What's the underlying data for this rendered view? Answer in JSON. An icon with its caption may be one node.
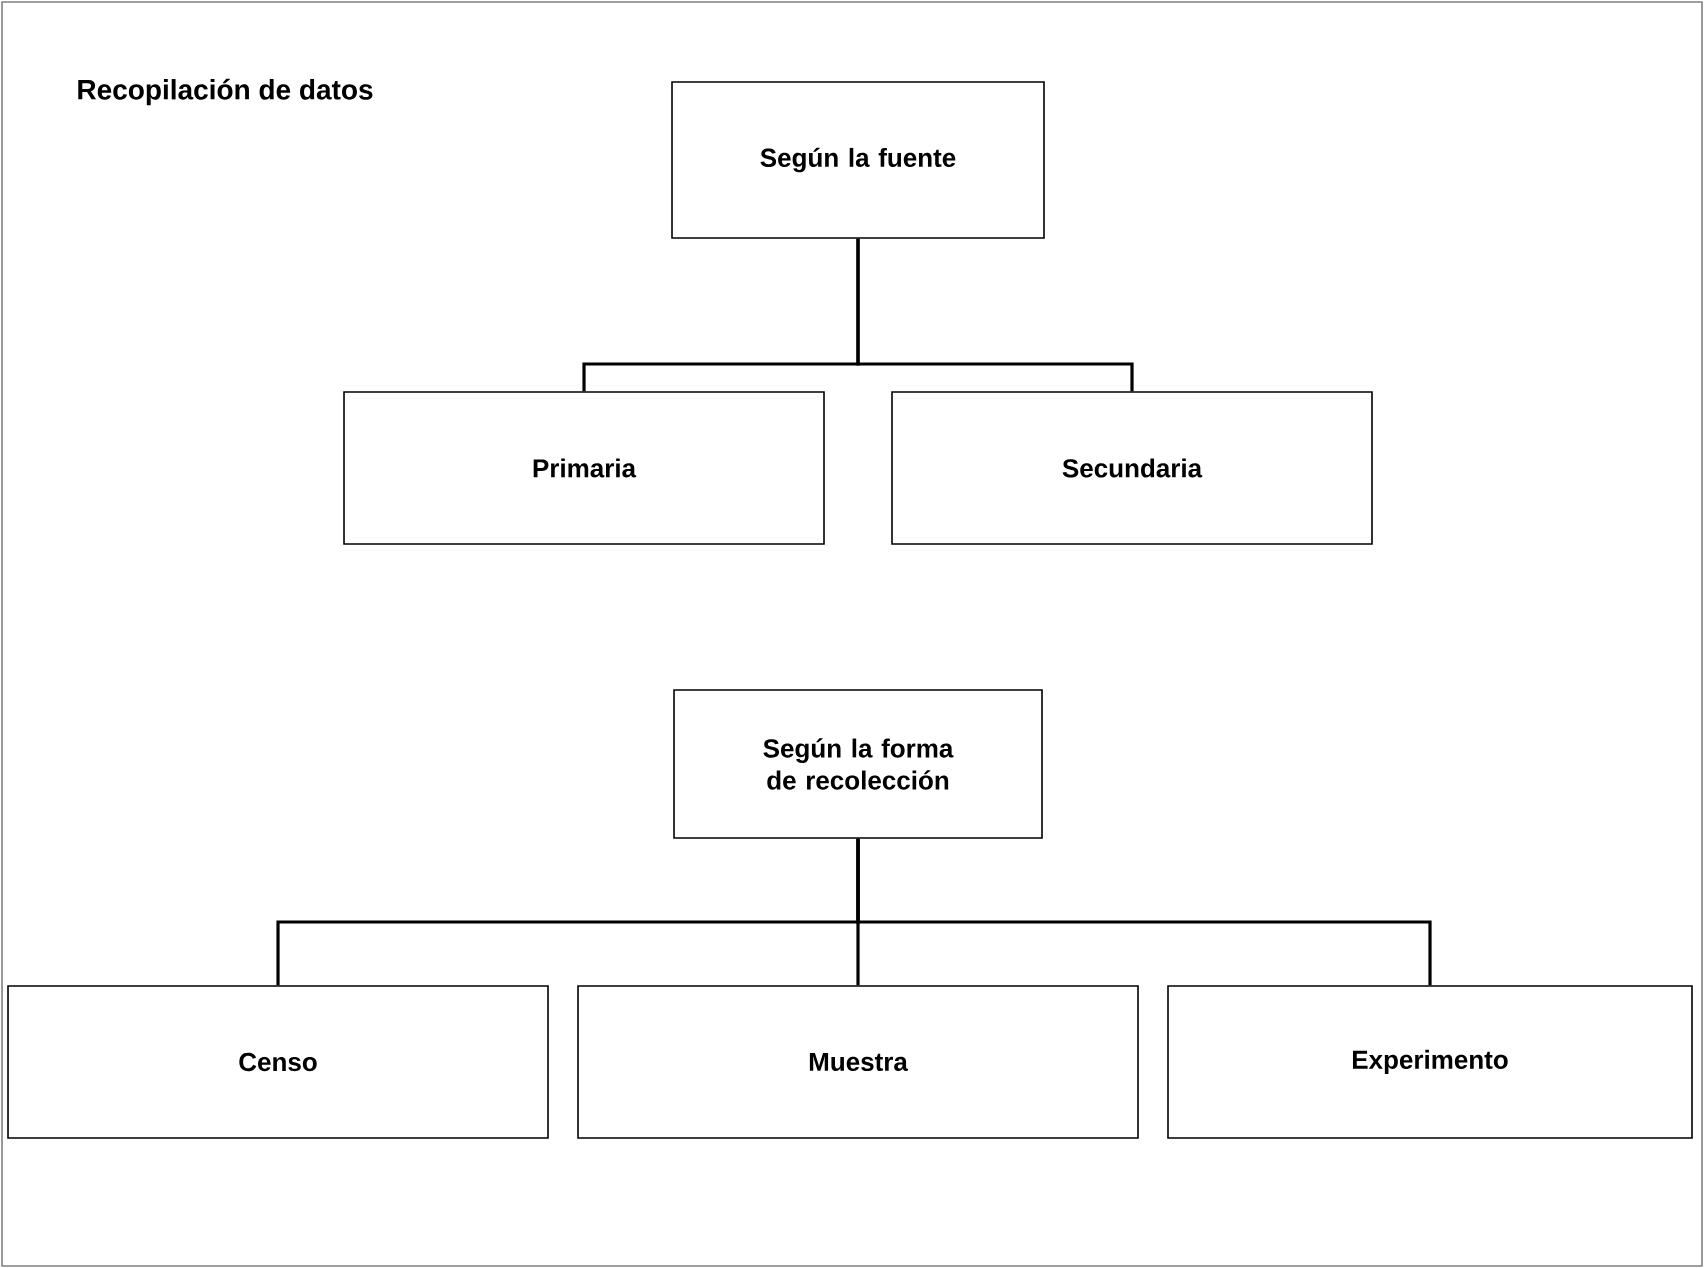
{
  "diagram": {
    "title": "Recopilación de datos",
    "nodes": [
      {
        "text": [
          "Según la fuente"
        ]
      },
      {
        "text": [
          "Primaria"
        ]
      },
      {
        "text": [
          "Secundaria"
        ]
      },
      {
        "text": [
          "Según la forma de recolección"
        ]
      },
      {
        "text": [
          "Censo"
        ]
      },
      {
        "text": [
          "Muestra"
        ]
      },
      {
        "text": [
          "Experimento"
        ]
      }
    ],
    "edges": [
      {
        "from": 0,
        "to": 1,
        "arrow": "none"
      },
      {
        "from": 0,
        "to": 2,
        "arrow": "none"
      },
      {
        "from": 3,
        "to": 4,
        "arrow": "none"
      },
      {
        "from": 3,
        "to": 5,
        "arrow": "none"
      },
      {
        "from": 3,
        "to": 6,
        "arrow": "none"
      }
    ]
  }
}
